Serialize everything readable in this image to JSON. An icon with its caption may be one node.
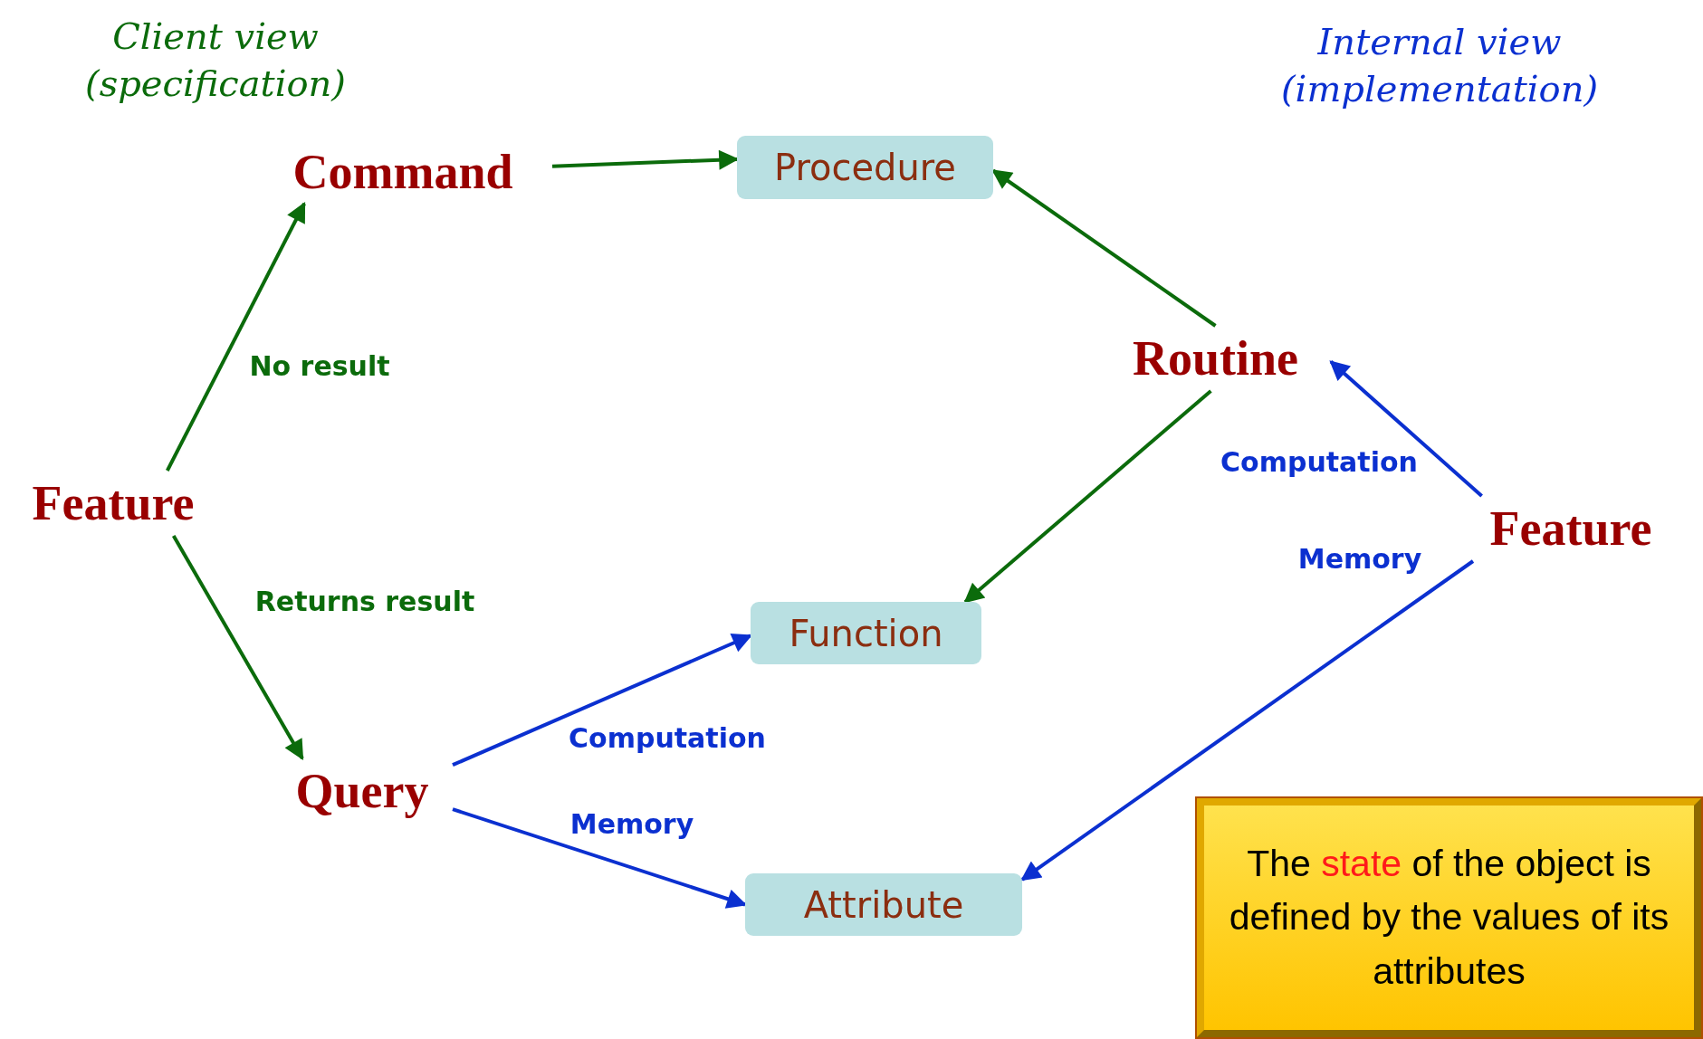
{
  "diagram": {
    "nodes": [
      {
        "text": [
          "Command"
        ]
      },
      {
        "text": [
          "Procedure"
        ]
      },
      {
        "text": [
          "Routine"
        ]
      },
      {
        "text": [
          "Feature"
        ]
      },
      {
        "text": [
          "Feature"
        ]
      },
      {
        "text": [
          "Function"
        ]
      },
      {
        "text": [
          "Query"
        ]
      },
      {
        "text": [
          "Attribute"
        ]
      },
      {
        "text": [
          "The *state* of the object is defined by the values of its attributes"
        ]
      }
    ],
    "edges": [
      {
        "from": 3,
        "to": 0,
        "arrow": "to",
        "label": "No result"
      },
      {
        "from": 3,
        "to": 6,
        "arrow": "to",
        "label": "Returns result"
      },
      {
        "from": 0,
        "to": 1,
        "arrow": "to"
      },
      {
        "from": 2,
        "to": 1,
        "arrow": "to"
      },
      {
        "from": 2,
        "to": 5,
        "arrow": "to"
      },
      {
        "from": 6,
        "to": 5,
        "arrow": "to",
        "label": "Computation",
        "color": "#0b30d0"
      },
      {
        "from": 6,
        "to": 7,
        "arrow": "to",
        "label": "Memory",
        "color": "#0b30d0"
      },
      {
        "from": 4,
        "to": 2,
        "arrow": "to",
        "label": "Computation",
        "color": "#0b30d0"
      },
      {
        "from": 4,
        "to": 7,
        "arrow": "to",
        "label": "Memory",
        "color": "#0b30d0"
      }
    ],
    "labels": [
      "Client view (specification)",
      "Internal view (implementation)"
    ]
  }
}
